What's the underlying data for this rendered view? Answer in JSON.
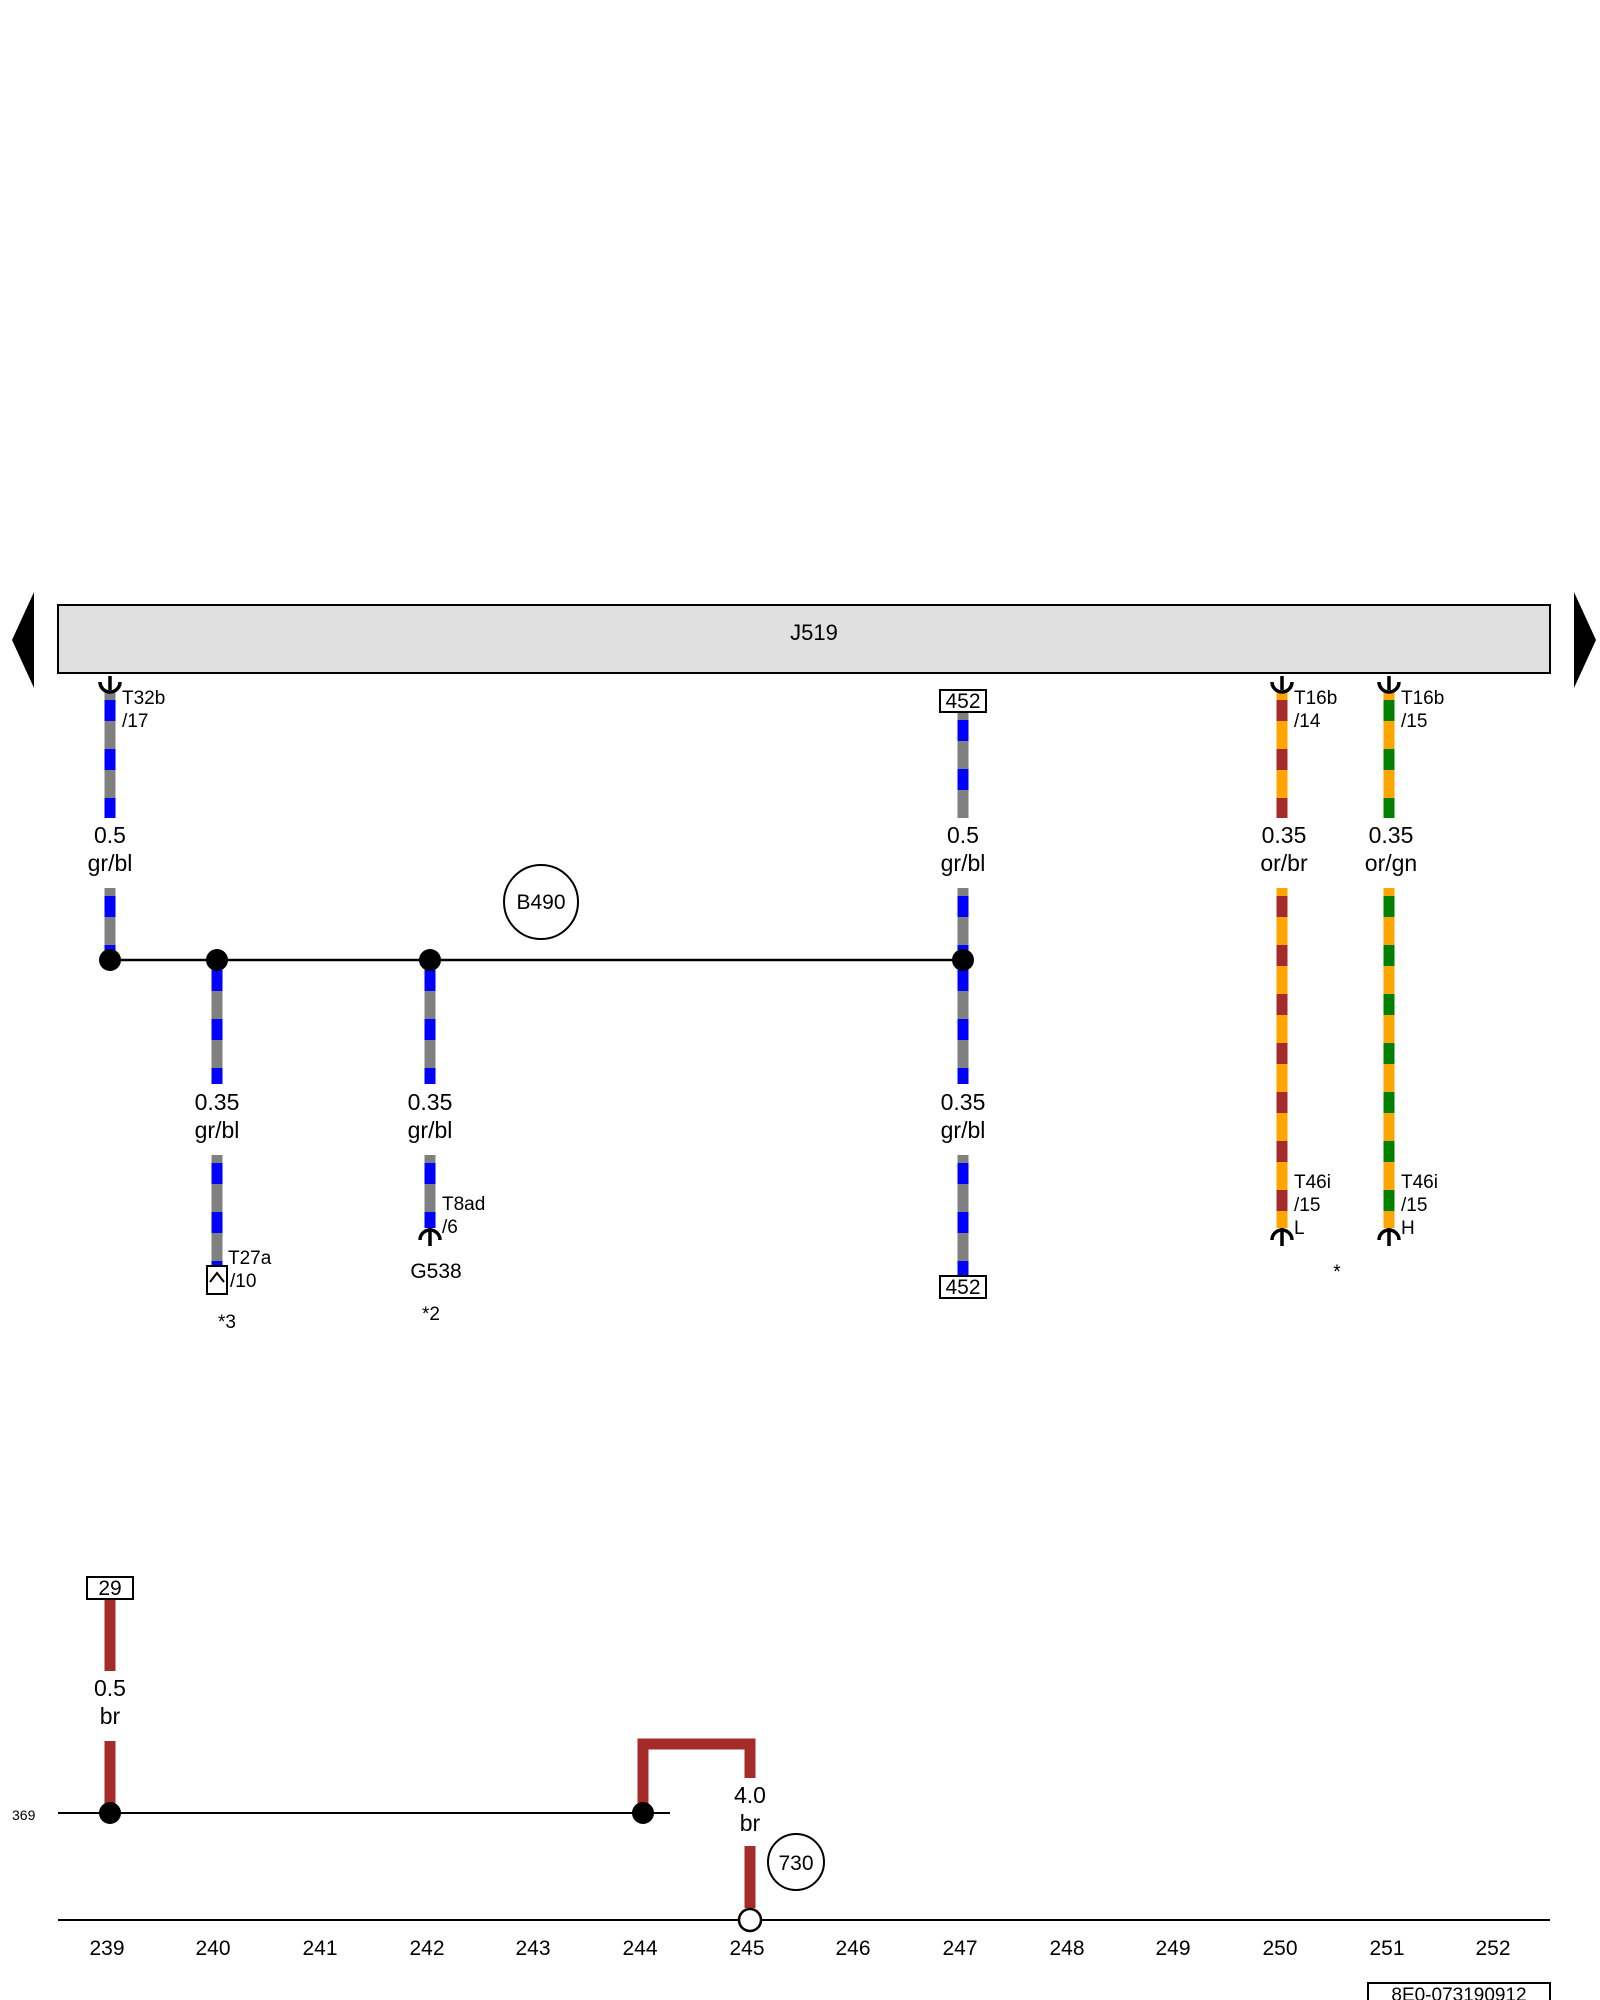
{
  "module": {
    "label": "J519"
  },
  "wires": {
    "w239_top": {
      "size": "0.5",
      "color": "gr/bl",
      "connector": "T32b",
      "pin": "/17"
    },
    "w240": {
      "size": "0.35",
      "color": "gr/bl",
      "connector": "T27a",
      "pin": "/10",
      "note": "*3"
    },
    "w242": {
      "size": "0.35",
      "color": "gr/bl",
      "connector": "T8ad",
      "pin": "/6",
      "component": "G538",
      "note": "*2"
    },
    "w247_top": {
      "size": "0.5",
      "color": "gr/bl",
      "ref": "452"
    },
    "w247_bot": {
      "size": "0.35",
      "color": "gr/bl",
      "ref": "452"
    },
    "w250": {
      "size": "0.35",
      "color": "or/br",
      "connector_top": "T16b",
      "pin_top": "/14",
      "connector_bot": "T46i",
      "pin_bot": "/15",
      "term": "L"
    },
    "w251": {
      "size": "0.35",
      "color": "or/gn",
      "connector_top": "T16b",
      "pin_top": "/15",
      "connector_bot": "T46i",
      "pin_bot": "/15",
      "term": "H"
    },
    "asterisk": "*",
    "ground_ref": {
      "label": "29",
      "size": "0.5",
      "color": "br"
    },
    "ground_main": {
      "size": "4.0",
      "color": "br"
    }
  },
  "circles": {
    "splice": "B490",
    "ground_point": "730"
  },
  "side_ref": "369",
  "track_numbers": [
    "239",
    "240",
    "241",
    "242",
    "243",
    "244",
    "245",
    "246",
    "247",
    "248",
    "249",
    "250",
    "251",
    "252"
  ],
  "doc_code": "8E0-073190912",
  "colors": {
    "grey": "#808080",
    "blue": "#0000ff",
    "orange": "#ffa500",
    "brown": "#a52a2a",
    "green": "#008000",
    "module_fill": "#e0e0e0"
  }
}
